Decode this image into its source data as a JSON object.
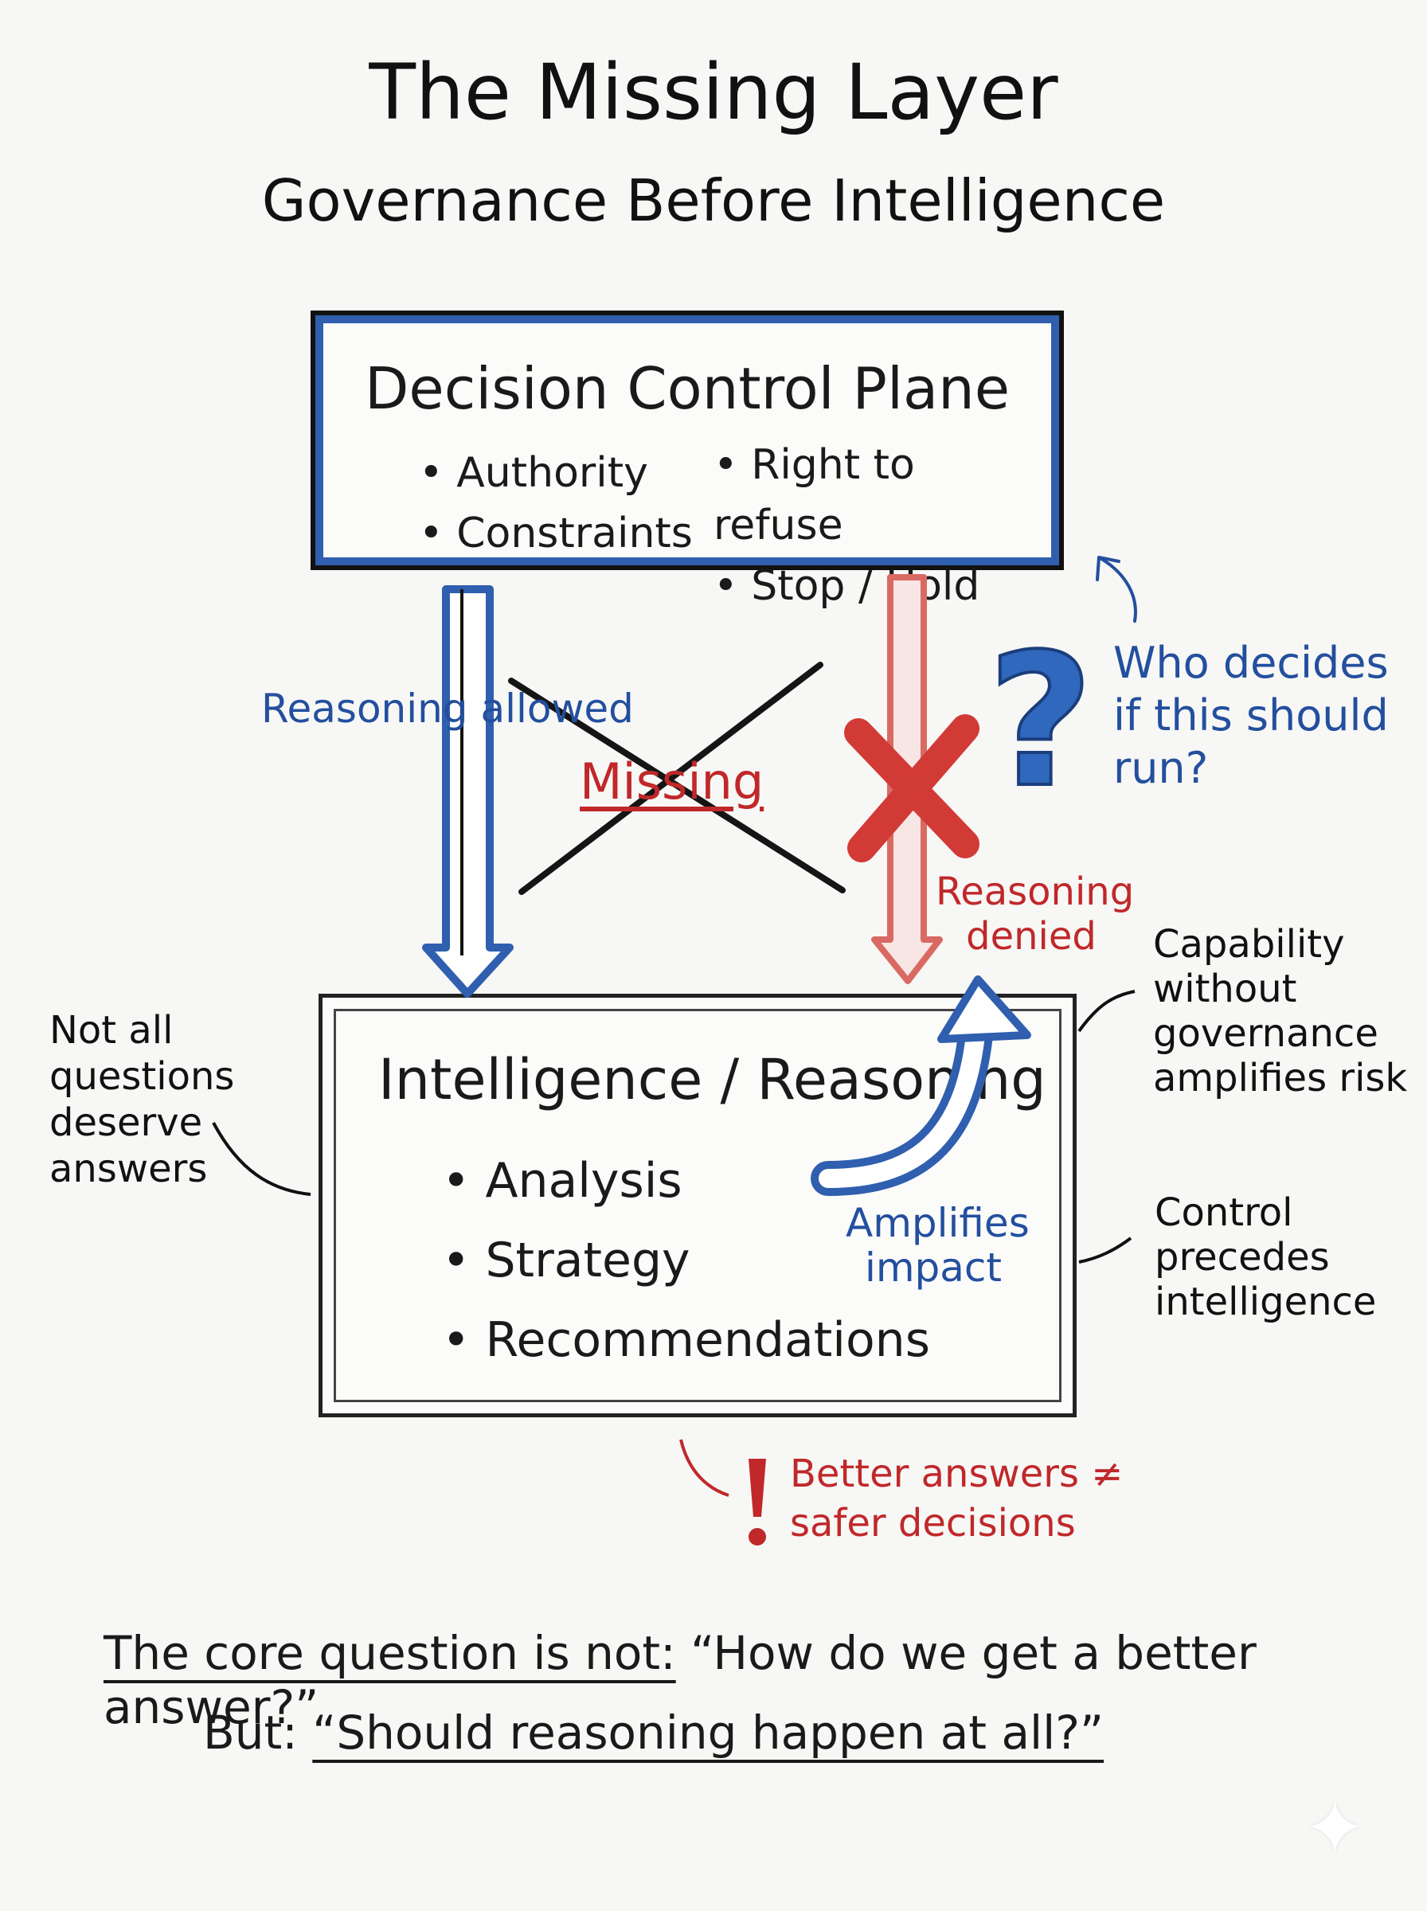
{
  "header": {
    "title": "The Missing Layer",
    "subtitle": "Governance Before Intelligence"
  },
  "control_plane": {
    "title": "Decision Control Plane",
    "bullets_left": [
      "Authority",
      "Constraints"
    ],
    "bullets_right": [
      "Right to refuse",
      "Stop / Hold"
    ]
  },
  "intelligence": {
    "title": "Intelligence / Reasoning",
    "bullets": [
      "Analysis",
      "Strategy",
      "Recommendations"
    ]
  },
  "labels": {
    "reasoning_allowed": "Reasoning allowed",
    "missing": "Missing",
    "reasoning_denied": "Reasoning denied",
    "who_decides": "Who decides if this should run?",
    "amplifies_impact": "Amplifies impact",
    "not_all_questions": "Not all questions deserve answers",
    "capability": "Capability without governance amplifies risk",
    "control_precedes": "Control precedes intelligence",
    "better_answers": "Better answers ≠ safer decisions"
  },
  "footer": {
    "line1_prefix": "The core question is not:",
    "line1_quote": "“How do we get a better answer?”",
    "line2_prefix": "But:",
    "line2_quote": "“Should reasoning happen at all?”"
  },
  "colors": {
    "blue": "#2f5fae",
    "red": "#c0282a",
    "ink": "#111111"
  }
}
